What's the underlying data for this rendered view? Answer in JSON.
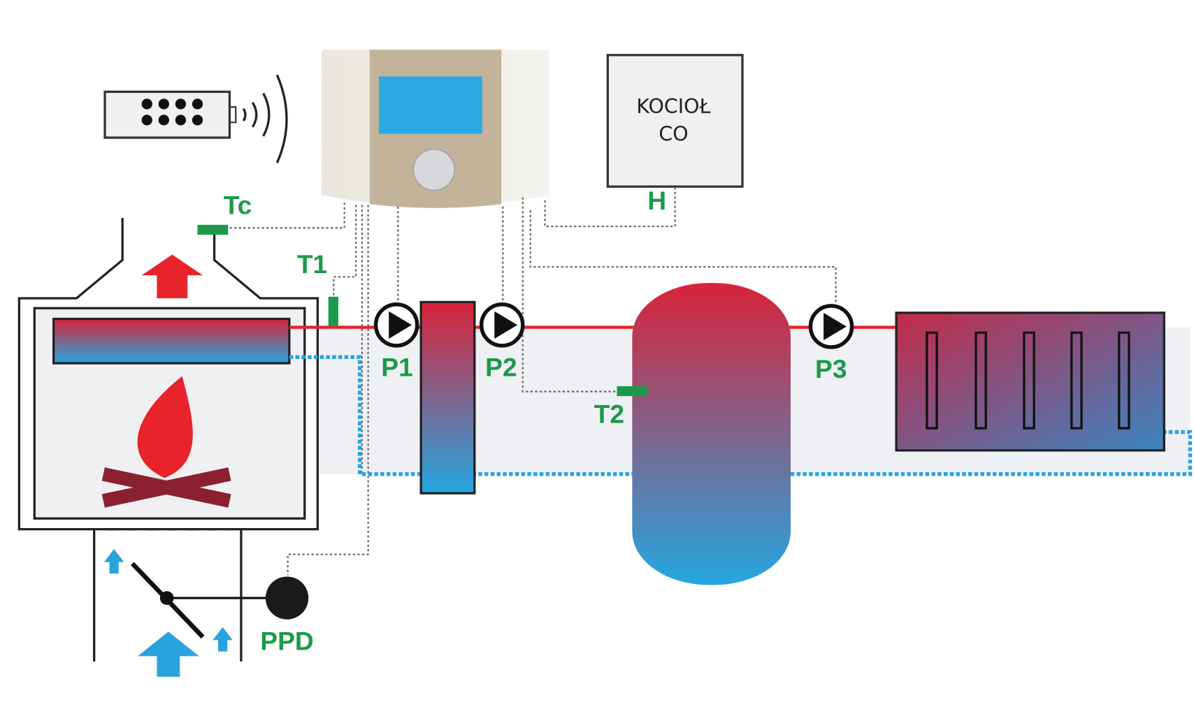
{
  "boiler_box": {
    "line1": "KOCIOŁ",
    "line2": "CO"
  },
  "labels": {
    "tc": "Tc",
    "t1": "T1",
    "t2": "T2",
    "p1": "P1",
    "p2": "P2",
    "p3": "P3",
    "h": "H",
    "ppd": "PPD"
  },
  "colors": {
    "hot": "#e8232a",
    "cold": "#29a3dd",
    "sensor": "#1a9a4a",
    "screen": "#29abe2",
    "controller": "#c2b39a"
  }
}
